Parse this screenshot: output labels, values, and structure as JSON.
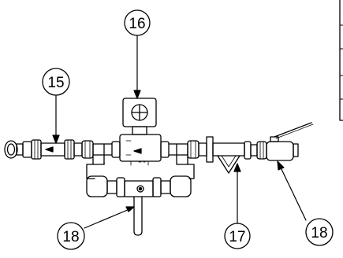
{
  "callouts": {
    "c15": "15",
    "c16": "16",
    "c17": "17",
    "c18_left": "18",
    "c18_right": "18"
  }
}
